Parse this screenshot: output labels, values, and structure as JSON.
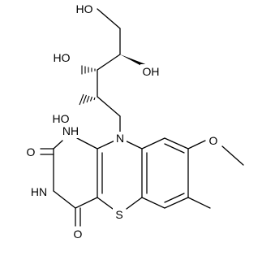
{
  "labels": {
    "oh_top": "HO",
    "oh_c4": "OH",
    "oh_c3": "HO",
    "oh_c2": "HO",
    "n10": "N",
    "n1h": "NH",
    "n3h": "HN",
    "o2": "O",
    "o4": "O",
    "s5": "S",
    "o_methoxy": "O"
  },
  "colors": {
    "bond": "#000000",
    "background": "#ffffff"
  }
}
